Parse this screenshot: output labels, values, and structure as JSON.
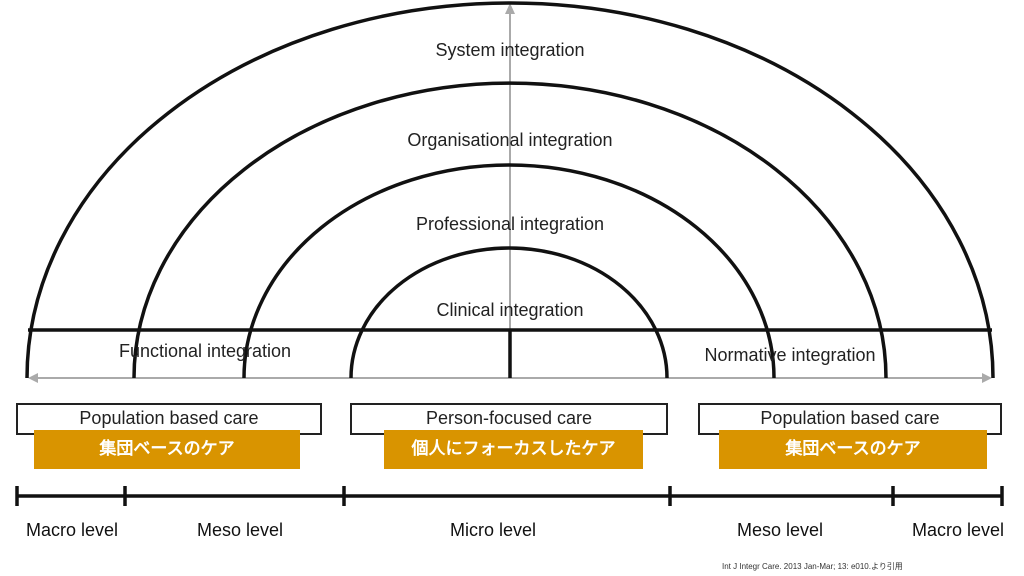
{
  "arches": [
    "System integration",
    "Organisational integration",
    "Professional integration",
    "Clinical integration"
  ],
  "side_labels": {
    "left": "Functional integration",
    "right": "Normative integration"
  },
  "care_boxes": [
    {
      "en": "Population based care",
      "jp": "集団ベースのケア"
    },
    {
      "en": "Person-focused care",
      "jp": "個人にフォーカスしたケア"
    },
    {
      "en": "Population based care",
      "jp": "集団ベースのケア"
    }
  ],
  "levels": [
    "Macro level",
    "Meso level",
    "Micro level",
    "Meso level",
    "Macro level"
  ],
  "citation": "Int J Integr Care. 2013 Jan-Mar; 13: e010.より引用",
  "colors": {
    "accent": "#D99400"
  }
}
